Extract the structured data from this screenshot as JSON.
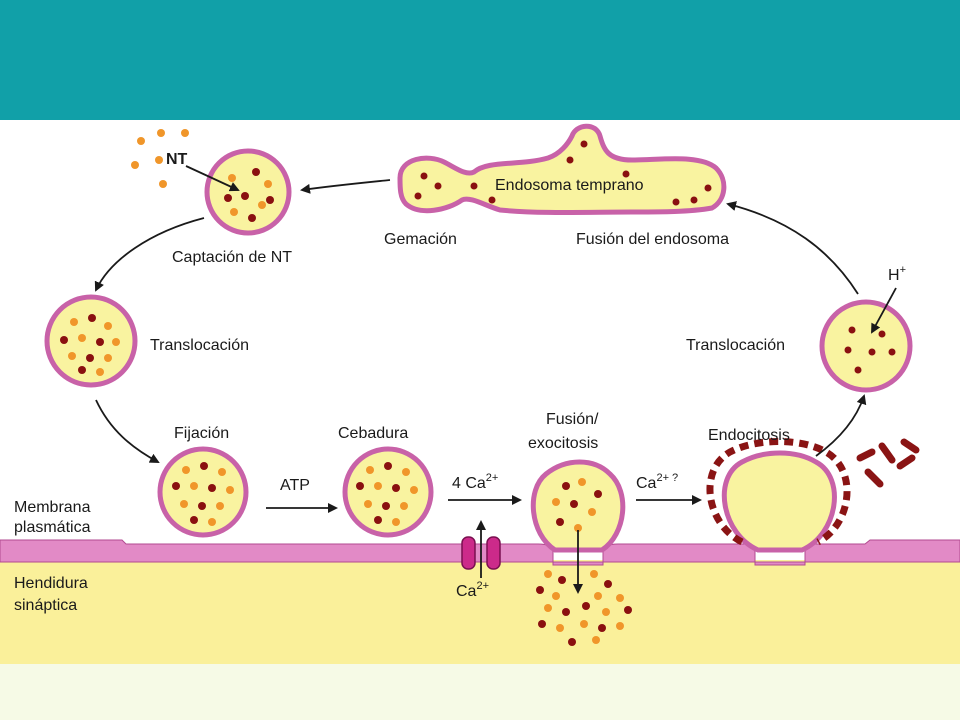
{
  "labels": {
    "nt": "NT",
    "captacion": "Captación de NT",
    "gemacion": "Gemación",
    "endosoma_temprano": "Endosoma temprano",
    "fusion_endosoma": "Fusión del endosoma",
    "translocacion_left": "Translocación",
    "translocacion_right": "Translocación",
    "h_plus": "H",
    "h_plus_sup": "+",
    "fijacion": "Fijación",
    "cebadura": "Cebadura",
    "fusion": "Fusión/",
    "exocitosis": "exocitosis",
    "endocitosis": "Endocitosis",
    "atp": "ATP",
    "four_ca": "4 Ca",
    "four_ca_sup": "2+",
    "ca_q": "Ca",
    "ca_q_sup": "2+ ?",
    "ca_channel": "Ca",
    "ca_channel_sup": "2+",
    "membrana_1": "Membrana",
    "membrana_2": "plasmática",
    "hendidura_1": "Hendidura",
    "hendidura_2": "sináptica"
  },
  "colors": {
    "header": "#11a0a8",
    "membrane": "#e28ac6",
    "vesicle_fill": "#f9f3a0",
    "cleft": "#faf09a",
    "nt_orange": "#f0962a",
    "nt_dark": "#8a1010",
    "clathrin": "#8a1414",
    "channel": "#cc2a8a"
  }
}
